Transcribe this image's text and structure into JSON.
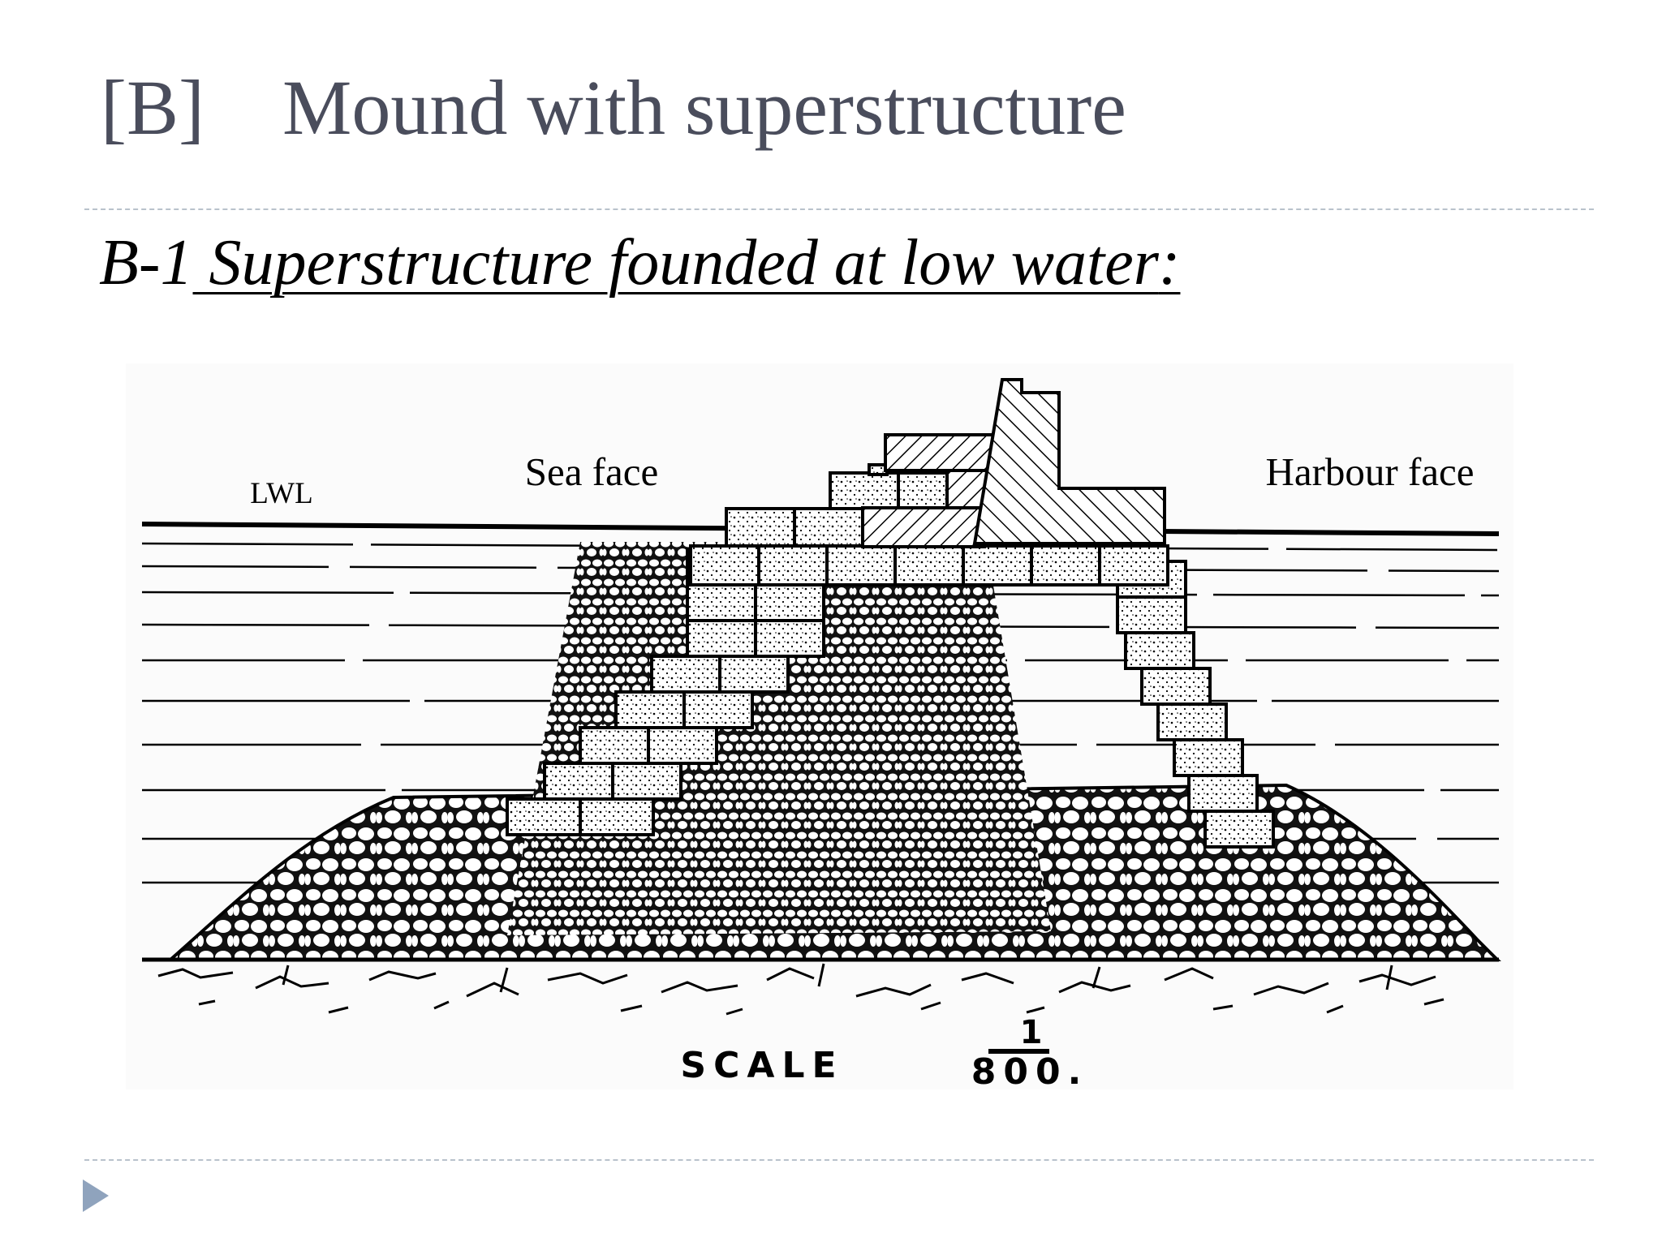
{
  "slide": {
    "title": "[B]    Mound with superstructure",
    "subtitle_prefix": "B-1",
    "subtitle_underlined": " Superstructure founded at low water",
    "subtitle_suffix": ":"
  },
  "figure": {
    "labels": {
      "lwl": "LWL",
      "sea_face": "Sea face",
      "harbour_face": "Harbour face"
    },
    "scale": {
      "word": "SCALE",
      "numerator": "1",
      "denominator": "800."
    }
  },
  "colors": {
    "title": "#4a4d5c",
    "divider": "#b9c2cc",
    "nav_arrow": "#8fa3bd",
    "drawing": "#000000"
  },
  "icons": {
    "nav": "play-triangle-icon"
  }
}
